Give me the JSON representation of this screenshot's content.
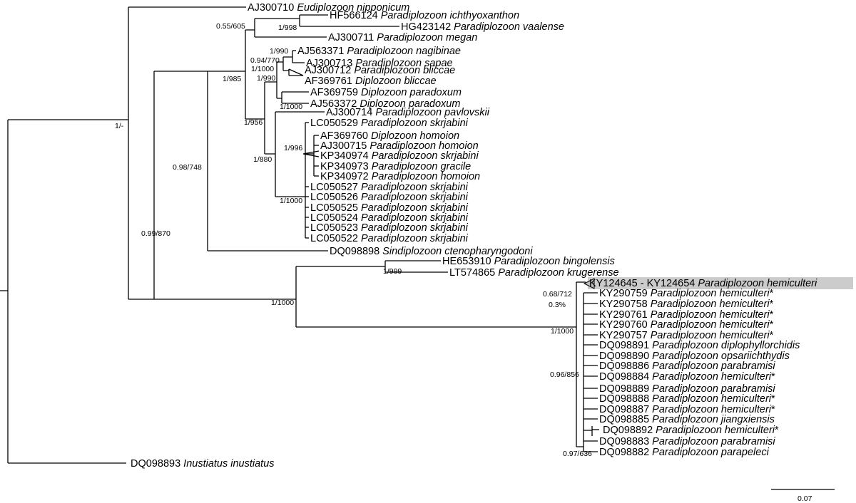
{
  "highlight_color": "#cccccc",
  "tips": {
    "t01": {
      "acc": "AJ300710",
      "sp": "Eudiplozoon nipponicum"
    },
    "t02": {
      "acc": "HF566124",
      "sp": "Paradiplozoon ichthyoxanthon"
    },
    "t03": {
      "acc": "HG423142",
      "sp": "Paradiplozoon vaalense"
    },
    "t04": {
      "acc": "AJ300711",
      "sp": "Paradiplozoon megan"
    },
    "t05": {
      "acc": "AJ563371",
      "sp": "Paradiplozoon nagibinae"
    },
    "t06": {
      "acc": "AJ300713",
      "sp": "Paradiplozoon sapae"
    },
    "t07": {
      "acc": "AJ300712",
      "sp": "Paradiplozoon bliccae"
    },
    "t08": {
      "acc": "AF369761",
      "sp": "Diplozoon bliccae"
    },
    "t09": {
      "acc": "AF369759",
      "sp": "Diplozoon paradoxum"
    },
    "t10": {
      "acc": "AJ563372",
      "sp": "Diplozoon paradoxum"
    },
    "t11": {
      "acc": "AJ300714",
      "sp": "Paradiplozoon pavlovskii"
    },
    "t12": {
      "acc": "LC050529",
      "sp": "Paradiplozoon skrjabini"
    },
    "t13": {
      "acc": "AF369760",
      "sp": "Diplozoon homoion"
    },
    "t14": {
      "acc": "AJ300715",
      "sp": "Paradiplozoon homoion"
    },
    "t15": {
      "acc": "KP340974",
      "sp": "Paradiplozoon skrjabini"
    },
    "t16": {
      "acc": "KP340973",
      "sp": "Paradiplozoon gracile"
    },
    "t17": {
      "acc": "KP340972",
      "sp": "Paradiplozoon homoion"
    },
    "t18": {
      "acc": "LC050527",
      "sp": "Paradiplozoon skrjabini"
    },
    "t19": {
      "acc": "LC050526",
      "sp": "Paradiplozoon skrjabini"
    },
    "t20": {
      "acc": "LC050525",
      "sp": "Paradiplozoon skrjabini"
    },
    "t21": {
      "acc": "LC050524",
      "sp": "Paradiplozoon skrjabini"
    },
    "t22": {
      "acc": "LC050523",
      "sp": "Paradiplozoon skrjabini"
    },
    "t23": {
      "acc": "LC050522",
      "sp": "Paradiplozoon skrjabini"
    },
    "t24": {
      "acc": "DQ098898",
      "sp": "Sindiplozoon ctenopharyngodoni"
    },
    "t25": {
      "acc": "HE653910",
      "sp": "Paradiplozoon bingolensis"
    },
    "t26": {
      "acc": "LT574865",
      "sp": "Paradiplozoon krugerense"
    },
    "t27": {
      "acc": "KY124645 - KY124654",
      "sp": "Paradiplozoon hemiculteri"
    },
    "t28": {
      "acc": "KY290759",
      "sp": "Paradiplozoon hemiculteri",
      "mark": "*"
    },
    "t29": {
      "acc": "KY290758",
      "sp": "Paradiplozoon hemiculteri",
      "mark": "*"
    },
    "t30": {
      "acc": "KY290761",
      "sp": "Paradiplozoon hemiculteri",
      "mark": "*"
    },
    "t31": {
      "acc": "KY290760",
      "sp": "Paradiplozoon hemiculteri",
      "mark": "*"
    },
    "t32": {
      "acc": "KY290757",
      "sp": "Paradiplozoon hemiculteri",
      "mark": "*"
    },
    "t33": {
      "acc": "DQ098891",
      "sp": "Paradiplozoon diplophyllorchidis"
    },
    "t34": {
      "acc": "DQ098890",
      "sp": "Paradiplozoon opsariichthydis"
    },
    "t35": {
      "acc": "DQ098886",
      "sp": "Paradiplozoon parabramisi"
    },
    "t36": {
      "acc": "DQ098884",
      "sp": "Paradiplozoon hemiculteri",
      "mark": "*"
    },
    "t37": {
      "acc": "DQ098889",
      "sp": "Paradiplozoon parabramisi"
    },
    "t38": {
      "acc": "DQ098888",
      "sp": "Paradiplozoon hemiculteri",
      "mark": "*"
    },
    "t39": {
      "acc": "DQ098887",
      "sp": "Paradiplozoon hemiculteri",
      "mark": "*"
    },
    "t40": {
      "acc": "DQ098885",
      "sp": "Paradiplozoon jiangxiensis"
    },
    "t41": {
      "acc": "DQ098892",
      "sp": "Paradiplozoon hemiculteri",
      "mark": "*"
    },
    "t42": {
      "acc": "DQ098883",
      "sp": "Paradiplozoon parabramisi"
    },
    "t43": {
      "acc": "DQ098882",
      "sp": "Paradiplozoon parapeleci"
    },
    "t44": {
      "acc": "DQ098893",
      "sp": "Inustiatus inustiatus"
    }
  },
  "support": {
    "s01": "1/-",
    "s02": "0.99/870",
    "s03": "0.98/748",
    "s04": "1/985",
    "s05": "0.55/605",
    "s06": "1/998",
    "s07": "1/956",
    "s08": "1/990",
    "s09": "0.94/770",
    "s10": "1/1000",
    "s11": "1/990",
    "s12": "1/1000",
    "s13": "1/880",
    "s14": "1/996",
    "s15": "1/1000",
    "s16": "1/1000",
    "s17": "1/999",
    "s18": "1/1000",
    "s19": "0.68/712",
    "s20": "0.3%",
    "s21": "0.96/856",
    "s22": "0.97/636"
  },
  "scale_bar": {
    "label": "0.07"
  }
}
